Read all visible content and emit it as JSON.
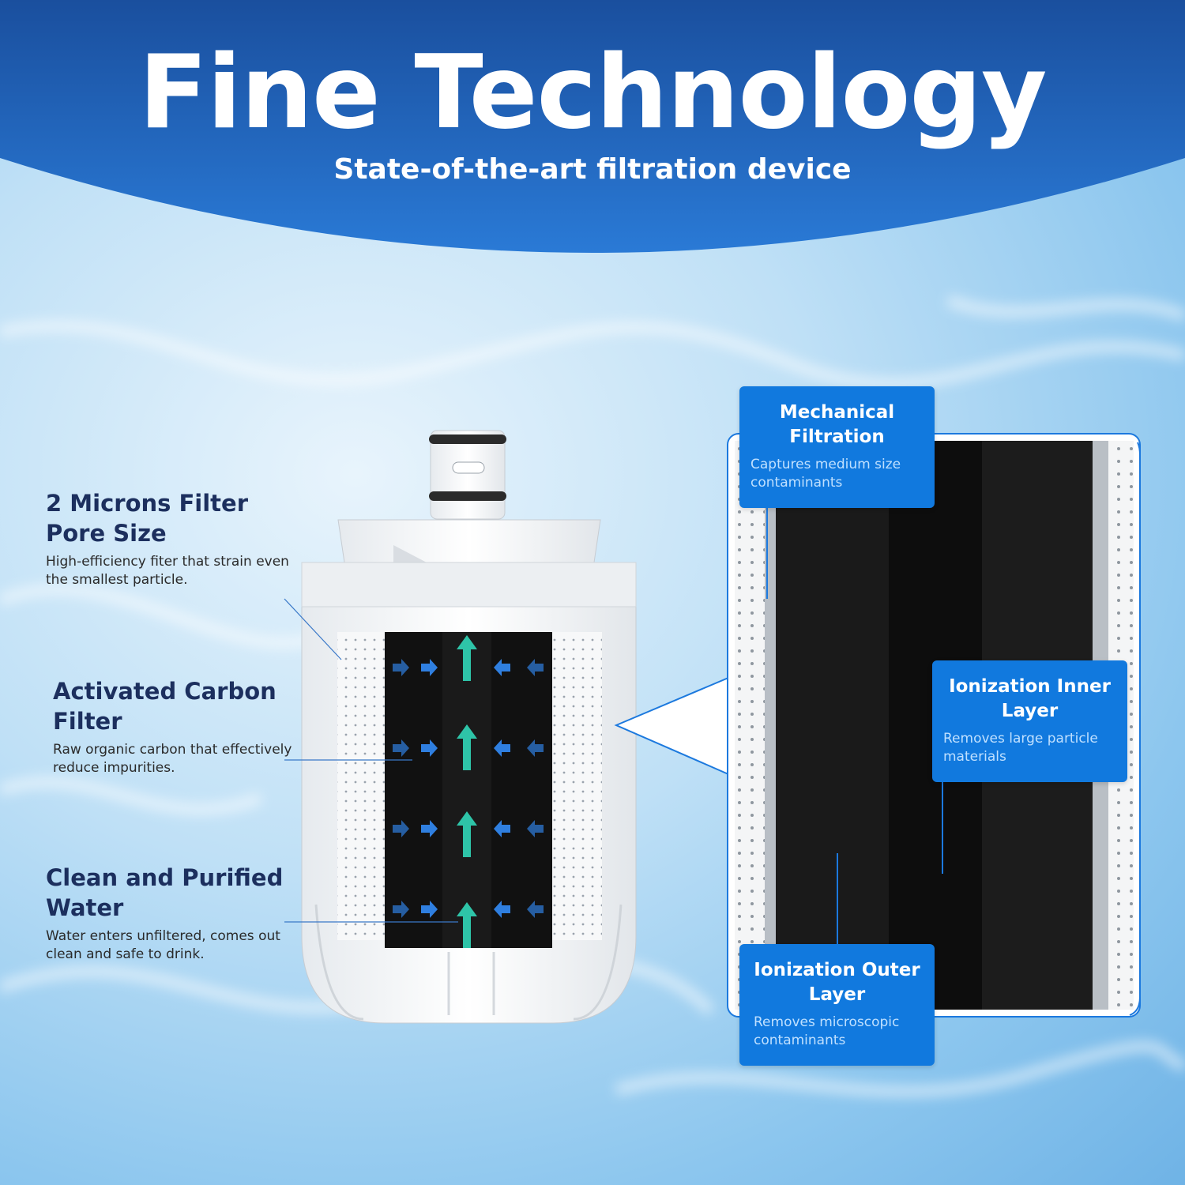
{
  "header": {
    "title": "Fine Technology",
    "subtitle": "State-of-the-art filtration device"
  },
  "features": [
    {
      "title": "2 Microns Filter Pore Size",
      "description": "High-efficiency fiter that strain even the smallest particle."
    },
    {
      "title": "Activated Carbon Filter",
      "description": "Raw organic carbon that effectively reduce impurities."
    },
    {
      "title": "Clean and Purified Water",
      "description": "Water enters unfiltered, comes out clean and safe to drink."
    }
  ],
  "layers": [
    {
      "title": "Mechanical Filtration",
      "description": "Captures medium size contaminants"
    },
    {
      "title": "Ionization Inner Layer",
      "description": "Removes large particle materials"
    },
    {
      "title": "Ionization Outer Layer",
      "description": "Removes microscopic contaminants"
    }
  ],
  "colors": {
    "header_blue": "#1f63c6",
    "card_blue": "#1179de",
    "heading_navy": "#1c2f5e",
    "flow_arrow": "#2ec4a8",
    "inflow_arrow": "#2f7fe0"
  }
}
